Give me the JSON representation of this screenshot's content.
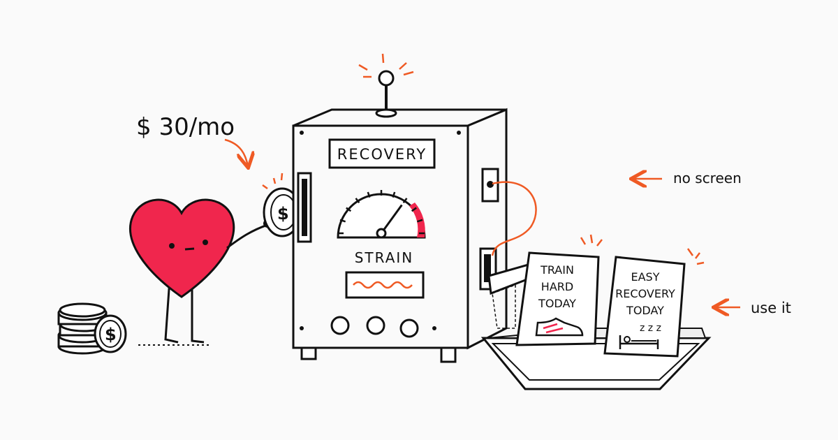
{
  "price_label": "$ 30/mo",
  "machine": {
    "top_label": "RECOVERY",
    "gauge_label": "STRAIN",
    "gauge_level": 0.7
  },
  "annotations": {
    "no_screen": "no screen",
    "use_it": "use it"
  },
  "cards": [
    {
      "lines": [
        "TRAIN",
        "HARD",
        "TODAY"
      ],
      "icon": "sneaker-icon"
    },
    {
      "lines": [
        "EASY",
        "RECOVERY",
        "TODAY"
      ],
      "icon": "bed-icon",
      "extra": "z z z"
    }
  ],
  "coin_symbol": "$",
  "colors": {
    "accent": "#ef5a24",
    "heart": "#f0264d",
    "ink": "#111111",
    "background": "#fafafa"
  }
}
